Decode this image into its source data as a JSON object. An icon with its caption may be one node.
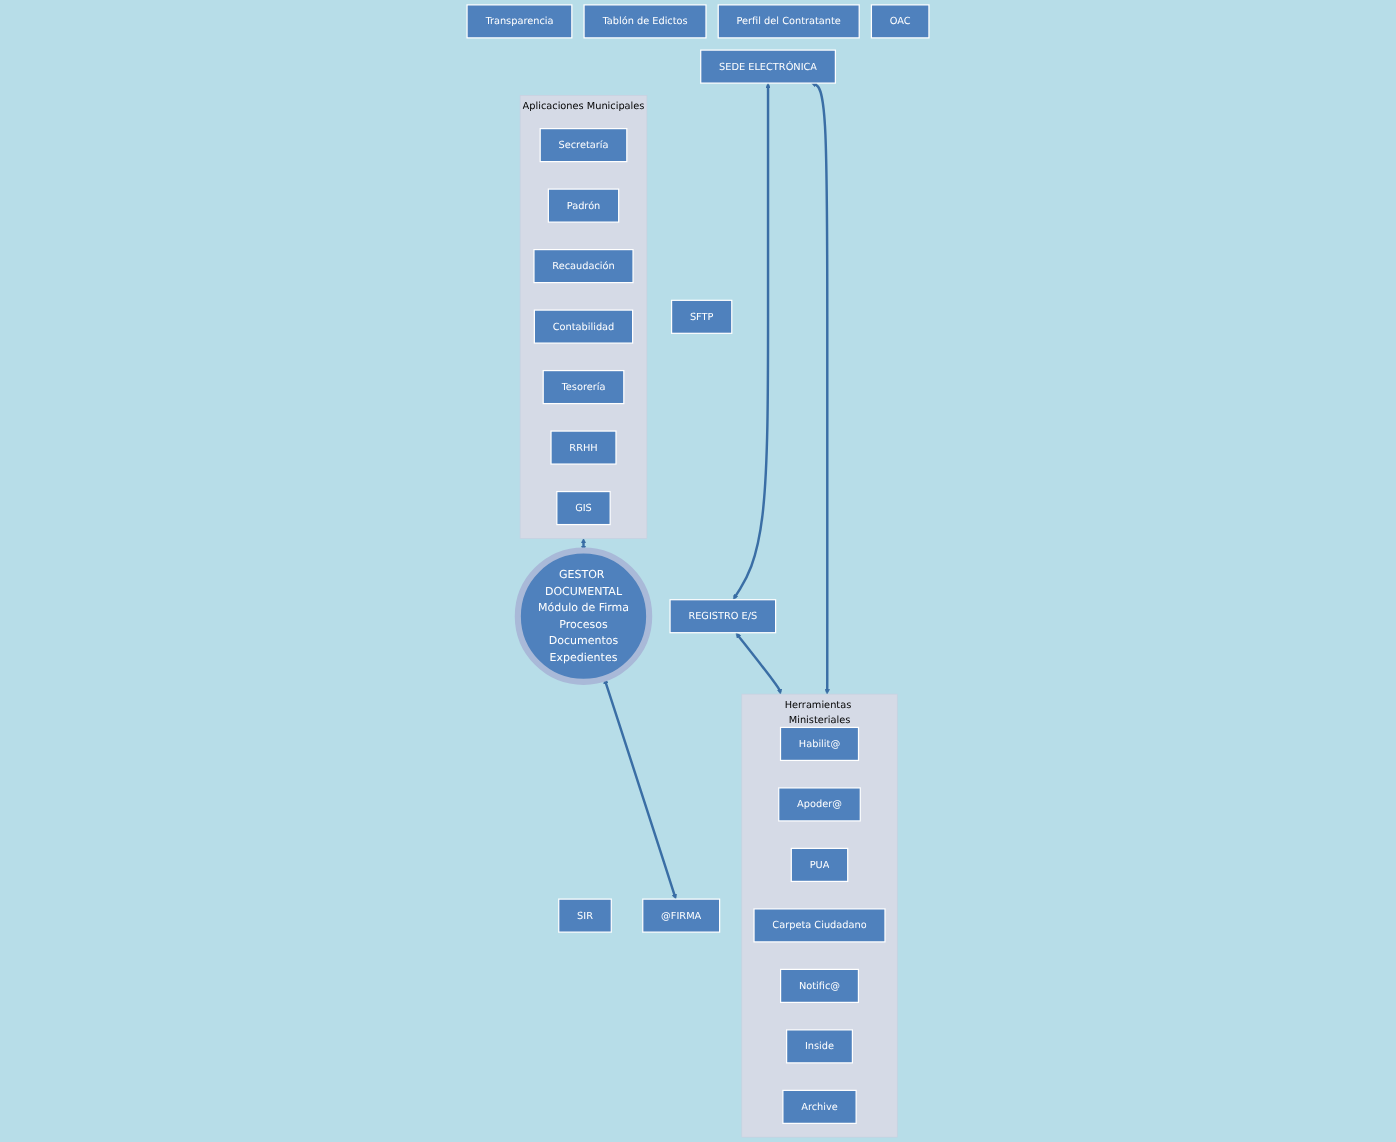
{
  "diagram": {
    "nodes": [
      {
        "text": [
          "Aplicaciones Municipales"
        ]
      },
      {
        "text": [
          "Secretaría"
        ],
        "in": 0
      },
      {
        "text": [
          "Padrón"
        ],
        "in": 0
      },
      {
        "text": [
          "Recaudación"
        ],
        "in": 0
      },
      {
        "text": [
          "Contabilidad"
        ],
        "in": 0
      },
      {
        "text": [
          "Tesorería"
        ],
        "in": 0
      },
      {
        "text": [
          "RRHH"
        ],
        "in": 0
      },
      {
        "text": [
          "GIS"
        ],
        "in": 0
      },
      {
        "text": [
          "Transparencia"
        ]
      },
      {
        "text": [
          "Tablón de Edictos"
        ]
      },
      {
        "text": [
          "Perfil del Contratante"
        ]
      },
      {
        "text": [
          "OAC"
        ]
      },
      {
        "text": [
          "SEDE ELECTRÓNICA"
        ]
      },
      {
        "text": [
          "SFTP"
        ]
      },
      {
        "text": [
          "REGISTRO E/S"
        ]
      },
      {
        "text": [
          "SIR"
        ]
      },
      {
        "text": [
          "@FIRMA"
        ]
      },
      {
        "text": [
          "GESTOR DOCUMENTAL",
          "Módulo de Firma",
          "Procesos",
          "Documentos",
          "Expedientes"
        ]
      },
      {
        "text": [
          "Herramientas Ministeriales"
        ]
      },
      {
        "text": [
          "Habilit@"
        ],
        "in": 18
      },
      {
        "text": [
          "Apoder@"
        ],
        "in": 18
      },
      {
        "text": [
          "PUA"
        ],
        "in": 18
      },
      {
        "text": [
          "Carpeta Ciudadano"
        ],
        "in": 18
      },
      {
        "text": [
          "Notific@"
        ],
        "in": 18
      },
      {
        "text": [
          "Inside"
        ],
        "in": 18
      },
      {
        "text": [
          "Archive"
        ],
        "in": 18
      }
    ],
    "edges": [
      {
        "from": 0,
        "to": 17,
        "arrow": "both"
      },
      {
        "from": 17,
        "to": 16,
        "arrow": "both"
      },
      {
        "from": 14,
        "to": 12,
        "arrow": "both"
      },
      {
        "from": 14,
        "to": 18,
        "arrow": "both"
      },
      {
        "from": 12,
        "to": 18,
        "arrow": "both"
      }
    ]
  }
}
